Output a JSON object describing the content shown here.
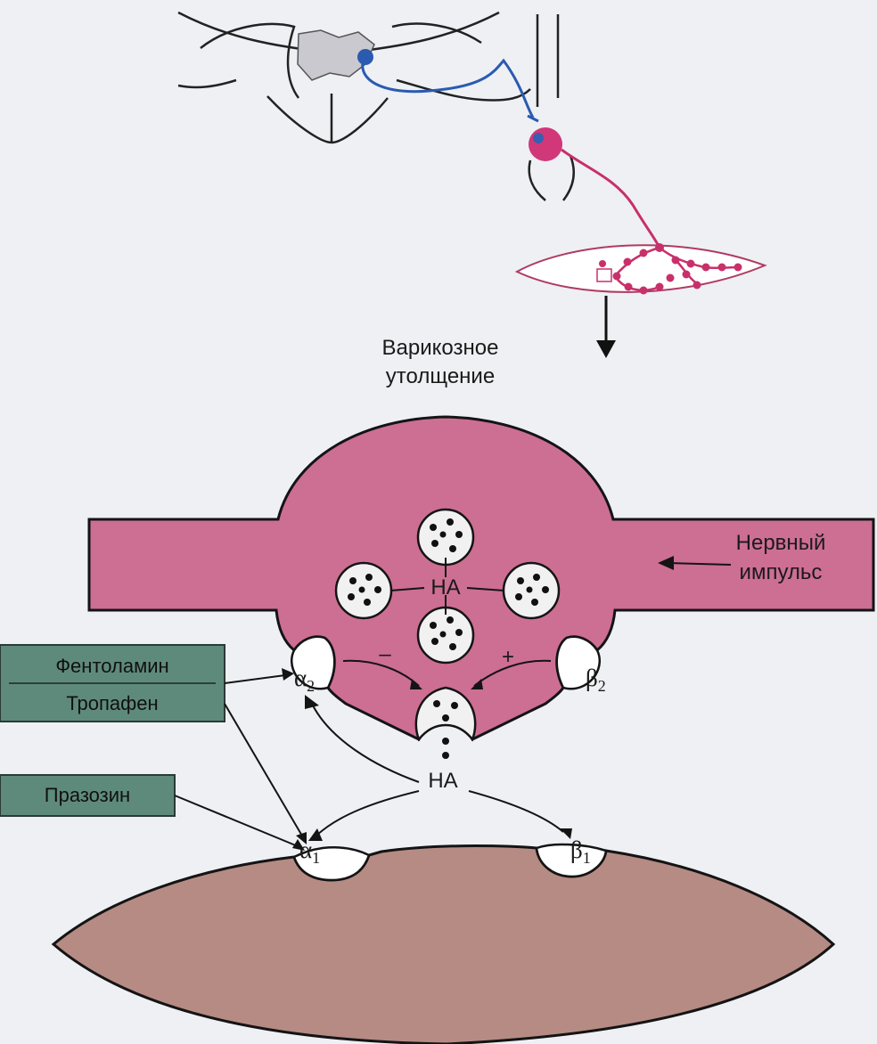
{
  "labels": {
    "varicosity_line1": "Варикозное",
    "varicosity_line2": "утолщение",
    "impulse_line1": "Нервный",
    "impulse_line2": "импульс",
    "na": "НА",
    "minus": "–",
    "plus": "+"
  },
  "receptors": {
    "alpha2": {
      "symbol": "α",
      "sub": "2"
    },
    "beta2": {
      "symbol": "β",
      "sub": "2"
    },
    "alpha1": {
      "symbol": "α",
      "sub": "1"
    },
    "beta1": {
      "symbol": "β",
      "sub": "1"
    }
  },
  "drugs": {
    "phentolamine": "Фентоламин",
    "tropafen": "Тропафен",
    "prazosin": "Празозин"
  },
  "colors": {
    "neuron_pink": "#c8306a",
    "varicosity_fill": "#cd6e93",
    "muscle_fill": "#b58b84",
    "preganglionic_blue": "#2a5bb0",
    "drug_box": "#5e8a7c",
    "background": "#eef0f4"
  }
}
